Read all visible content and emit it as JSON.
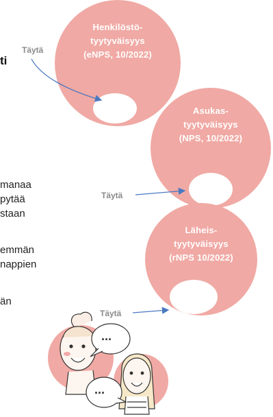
{
  "title_fragment": "ti",
  "body_fragments": [
    "manaa",
    "pytää",
    "staan",
    "emmän",
    "nappien",
    "än"
  ],
  "circles": [
    {
      "lines": [
        "Henkilöstö-",
        "tyytyväisyys",
        "(eNPS, 10/2022)"
      ],
      "fill_label": "Täytä"
    },
    {
      "lines": [
        "Asukas-",
        "tyytyväisyys",
        "(NPS, 10/2022)"
      ],
      "fill_label": "Täytä"
    },
    {
      "lines": [
        "Läheis-",
        "tyytyväisyys",
        "(rNPS 10/2022)"
      ],
      "fill_label": "Täytä"
    }
  ],
  "bubbles": [
    "...",
    "..."
  ],
  "colors": {
    "circle": "#f0a9a4",
    "arrow": "#4a78c2",
    "label": "#8a8a8a"
  }
}
